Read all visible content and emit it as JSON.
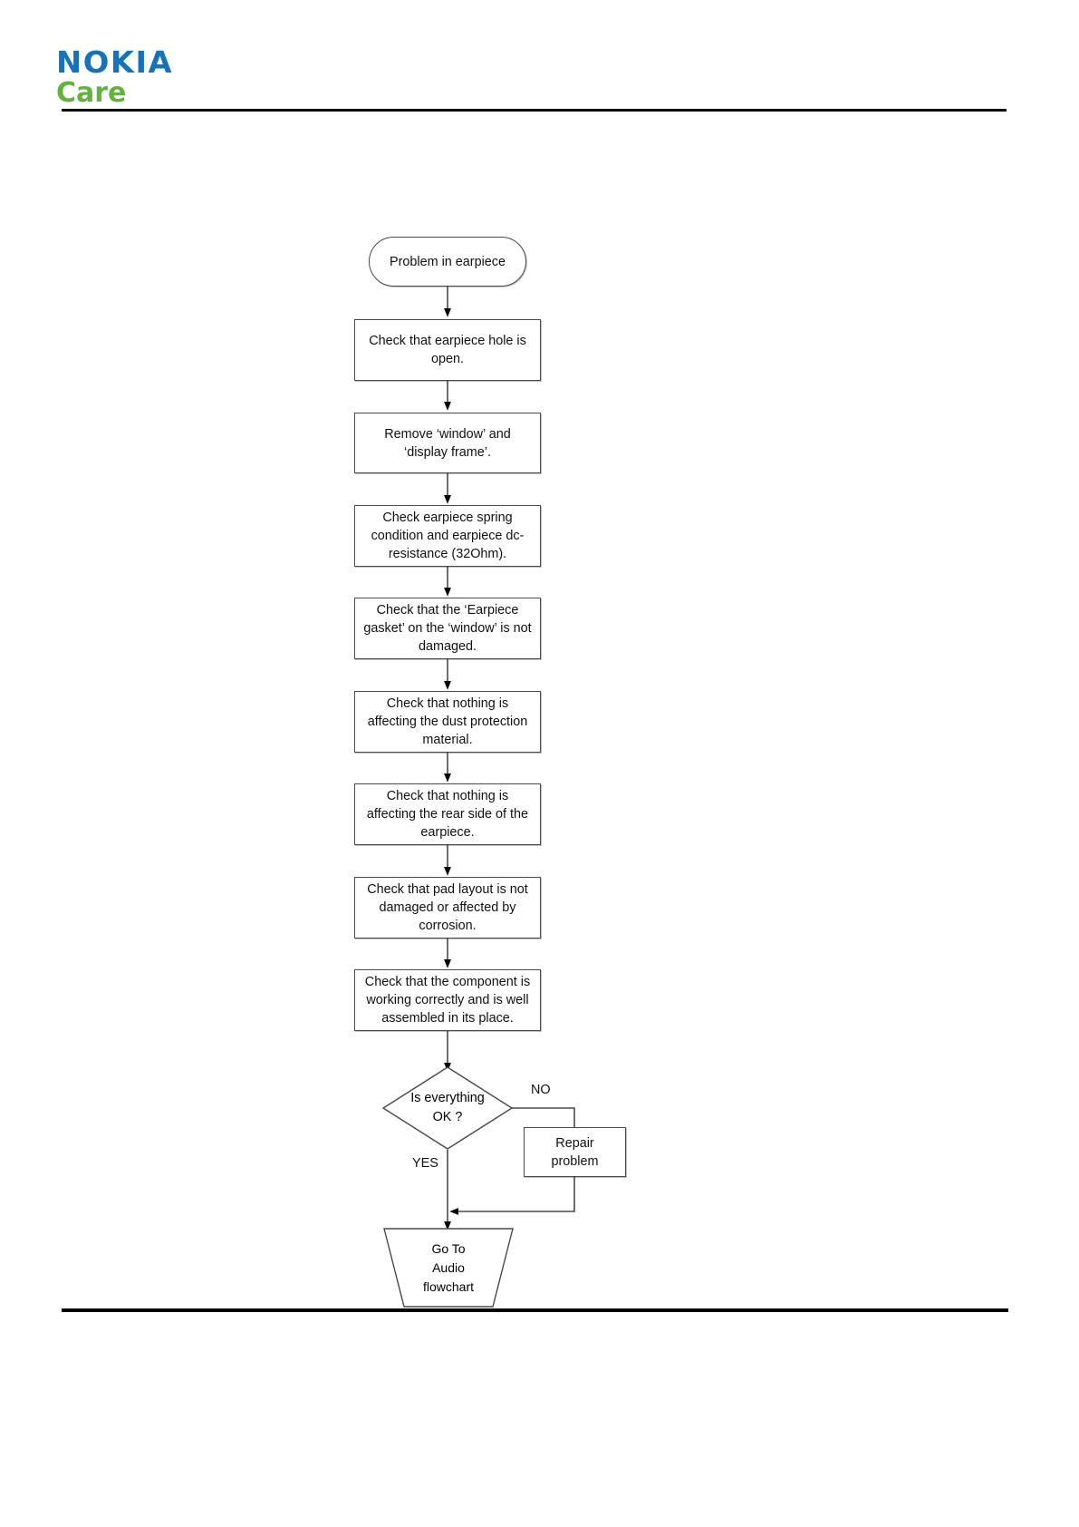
{
  "header": {
    "brand_primary": "NOKIA",
    "brand_secondary": "Care",
    "brand_primary_color": "#1573bb",
    "brand_secondary_color": "#61b33b"
  },
  "chart_data": {
    "type": "diagram",
    "diagram_kind": "flowchart",
    "title": "Problem in earpiece",
    "nodes": [
      {
        "id": "start",
        "shape": "terminator",
        "label": "Problem in earpiece"
      },
      {
        "id": "p1",
        "shape": "process",
        "label": "Check that earpiece hole is\nopen."
      },
      {
        "id": "p2",
        "shape": "process",
        "label": "Remove ‘window’ and\n‘display frame’."
      },
      {
        "id": "p3",
        "shape": "process",
        "label": "Check earpiece spring\ncondition and earpiece dc-\nresistance (32Ohm)."
      },
      {
        "id": "p4",
        "shape": "process",
        "label": "Check that the ‘Earpiece\ngasket’ on the ‘window’ is not\ndamaged."
      },
      {
        "id": "p5",
        "shape": "process",
        "label": "Check that nothing is\naffecting the dust protection\nmaterial."
      },
      {
        "id": "p6",
        "shape": "process",
        "label": "Check that nothing is\naffecting the rear side of the\nearpiece."
      },
      {
        "id": "p7",
        "shape": "process",
        "label": "Check that pad layout is not\ndamaged or affected by\ncorrosion."
      },
      {
        "id": "p8",
        "shape": "process",
        "label": "Check that the component is\nworking correctly and is well\nassembled in its place."
      },
      {
        "id": "d1",
        "shape": "decision",
        "label": "Is everything\nOK ?"
      },
      {
        "id": "repair",
        "shape": "process",
        "label": "Repair\nproblem"
      },
      {
        "id": "end",
        "shape": "trapezoid",
        "label": "Go To\nAudio\nflowchart"
      }
    ],
    "edges": [
      {
        "from": "start",
        "to": "p1",
        "label": ""
      },
      {
        "from": "p1",
        "to": "p2",
        "label": ""
      },
      {
        "from": "p2",
        "to": "p3",
        "label": ""
      },
      {
        "from": "p3",
        "to": "p4",
        "label": ""
      },
      {
        "from": "p4",
        "to": "p5",
        "label": ""
      },
      {
        "from": "p5",
        "to": "p6",
        "label": ""
      },
      {
        "from": "p6",
        "to": "p7",
        "label": ""
      },
      {
        "from": "p7",
        "to": "p8",
        "label": ""
      },
      {
        "from": "p8",
        "to": "d1",
        "label": ""
      },
      {
        "from": "d1",
        "to": "repair",
        "label": "NO"
      },
      {
        "from": "d1",
        "to": "end",
        "label": "YES"
      },
      {
        "from": "repair",
        "to": "end",
        "label": ""
      }
    ],
    "edge_labels": {
      "no": "NO",
      "yes": "YES"
    },
    "line_color": "#4a4a4a",
    "arrow_color": "#000000",
    "background": "#ffffff"
  }
}
